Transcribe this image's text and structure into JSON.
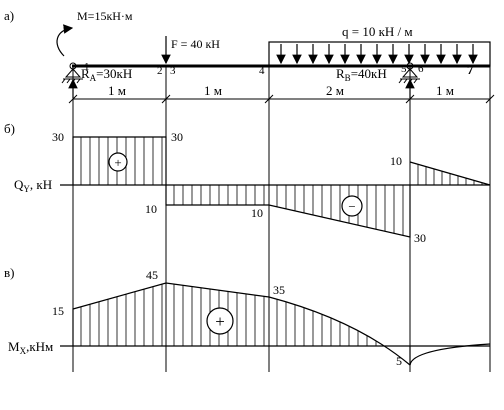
{
  "panel_labels": {
    "a": "а)",
    "b": "б)",
    "c": "в)"
  },
  "beam": {
    "moment_label": "M=15кН·м",
    "force_label": "F = 40 кН",
    "load_label": "q = 10 кН / м",
    "reaction_a": {
      "main": "R",
      "sub": "A",
      "rest": "=30кН"
    },
    "reaction_b": {
      "main": "R",
      "sub": "B",
      "rest": "=40кН"
    },
    "points": [
      "1",
      "2",
      "3",
      "4",
      "5",
      "6",
      "7"
    ],
    "spans": [
      "1 м",
      "1 м",
      "2 м",
      "1 м"
    ]
  },
  "shear": {
    "axis": {
      "main": "Q",
      "sub": "Y",
      "rest": ", кН"
    },
    "values": [
      "30",
      "30",
      "10",
      "10",
      "10",
      "30"
    ],
    "signs": {
      "positive": "+",
      "negative": "−"
    }
  },
  "moment": {
    "axis": {
      "main": "M",
      "sub": "X",
      "rest": ",кНм"
    },
    "values": [
      "15",
      "45",
      "35",
      "5"
    ],
    "signs": {
      "positive": "+"
    }
  }
}
